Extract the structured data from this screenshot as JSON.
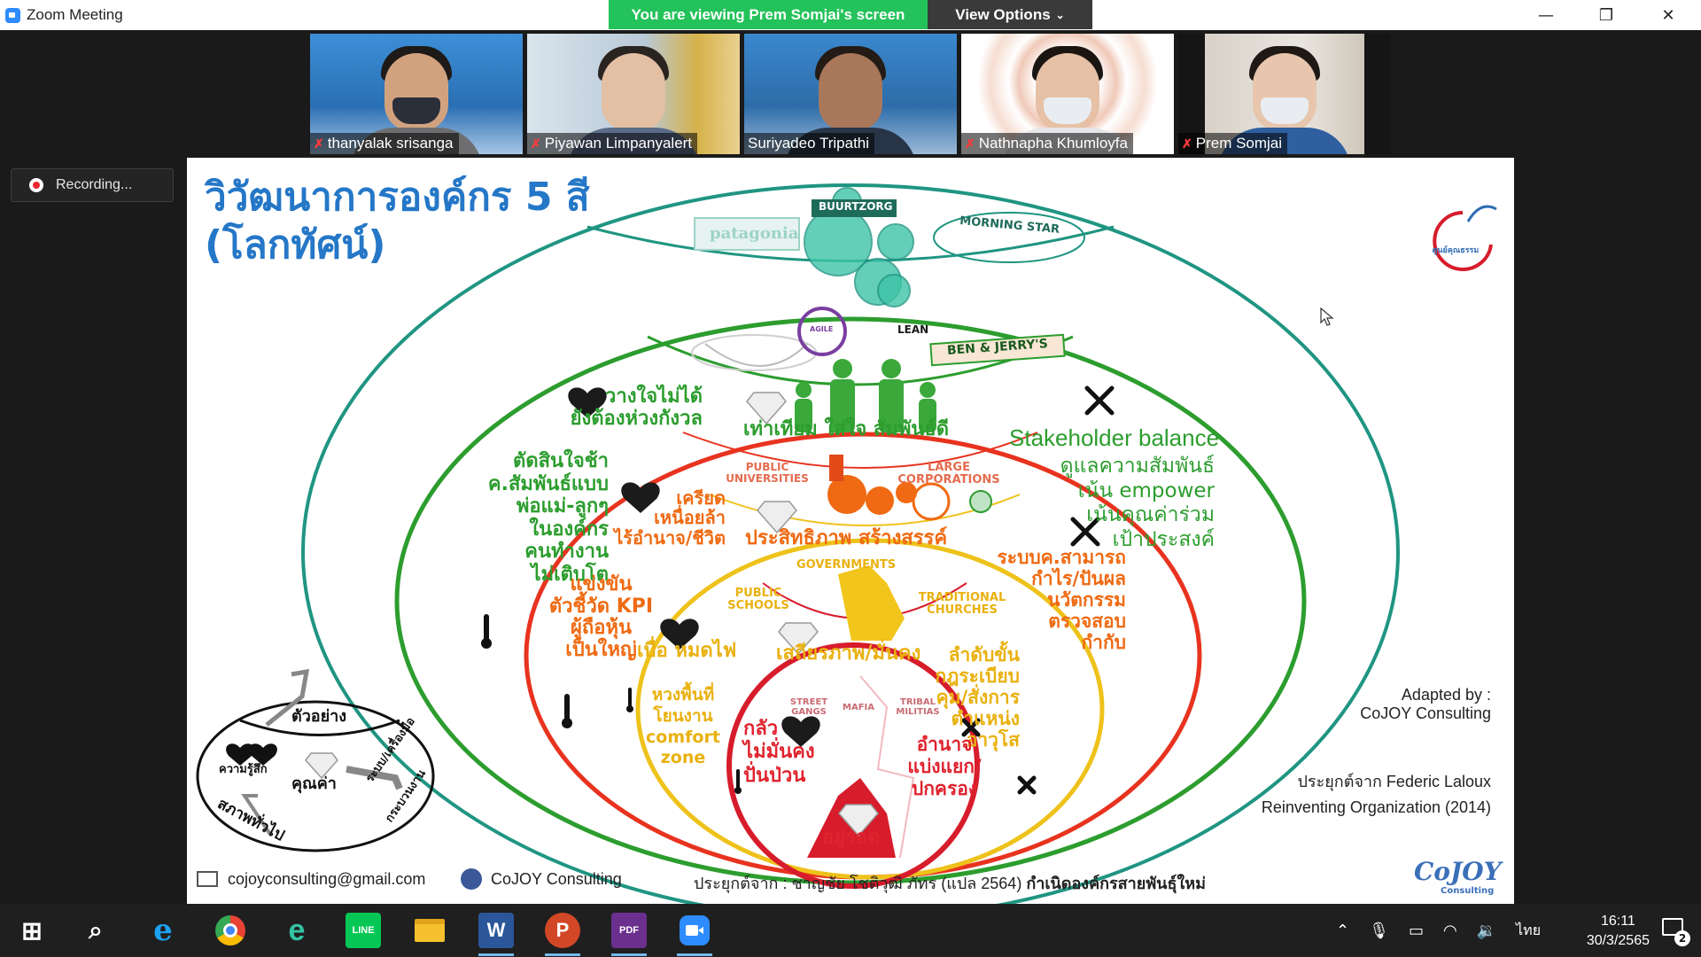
{
  "window": {
    "title": "Zoom Meeting",
    "viewing_banner": "You are viewing Prem Somjai's screen",
    "view_options": "View Options",
    "minimize": "—",
    "restore": "❐",
    "close": "✕"
  },
  "participants": [
    {
      "name": "thanyalak srisanga"
    },
    {
      "name": "Piyawan Limpanyalert"
    },
    {
      "name": "Suriyadeo Tripathi"
    },
    {
      "name": "Nathnapha Khumloyfa"
    },
    {
      "name": "Prem Somjai"
    }
  ],
  "recording": {
    "label": "Recording..."
  },
  "slide": {
    "title_line1": "วิวัฒนาการองค์กร 5 สี",
    "title_line2": "(โลกทัศน์)",
    "logo_label": "ศูนย์คุณธรรม",
    "teal": {
      "buurtzorg": "BUURTZORG",
      "morningstar": "MORNING STAR",
      "patagonia": "patagonia"
    },
    "green": {
      "lean": "LEAN",
      "agile": "AGILE",
      "benjerrys": "BEN & JERRY'S",
      "feel_1": "วางใจไม่ได้",
      "feel_2": "ยังต้องห่วงกังวล",
      "value": "เท่าเทียม ใส่ใจ สัมพันธ์ดี",
      "stakeholder": "Stakeholder balance",
      "right_1": "ดูแลความสัมพันธ์",
      "right_2": "เน้น empower",
      "right_3": "เน้นคุณค่าร่วม",
      "right_4": "เป้าประสงค์",
      "left_1": "ตัดสินใจช้า",
      "left_2": "ค.สัมพันธ์แบบ",
      "left_3": "พ่อแม่-ลูกๆ",
      "left_4": "ในองค์กร",
      "left_5": "คนทำงาน",
      "left_6": "ไม่เติบโต"
    },
    "orange": {
      "public_universities_1": "PUBLIC",
      "public_universities_2": "UNIVERSITIES",
      "large_corporations_1": "LARGE",
      "large_corporations_2": "CORPORATIONS",
      "feel_1": "เครียด",
      "feel_2": "เหนื่อยล้า",
      "feel_3": "ไร้อำนาจ/ชีวิต",
      "value": "ประสิทธิภาพ สร้างสรรค์",
      "right_1": "ระบบค.สามารถ",
      "right_2": "กำไร/ปันผล",
      "right_3": "นวัตกรรม",
      "right_4": "ตรวจสอบ",
      "right_5": "กำกับ",
      "left_1": "แข่งขัน",
      "left_2": "ตัวชี้วัด KPI",
      "left_3": "ผู้ถือหุ้น",
      "left_4": "เป็นใหญ่"
    },
    "yellow": {
      "governments": "GOVERNMENTS",
      "public_schools_1": "PUBLIC",
      "public_schools_2": "SCHOOLS",
      "traditional_churches_1": "TRADITIONAL",
      "traditional_churches_2": "CHURCHES",
      "feel": "เบื่อ หมดไฟ",
      "value": "เสถียรภาพ/มั่นคง",
      "right_1": "ลำดับขั้น",
      "right_2": "กฎระเบียบ",
      "right_3": "คุม/สั่งการ",
      "right_4": "ตำแหน่ง",
      "right_5": "อาวุโส",
      "left_1": "หวงพื้นที่",
      "left_2": "โยนงาน",
      "left_3": "comfort",
      "left_4": "zone"
    },
    "red": {
      "street_gangs_1": "STREET",
      "street_gangs_2": "GANGS",
      "mafia": "MAFIA",
      "tribal_militias_1": "TRIBAL",
      "tribal_militias_2": "MILITIAS",
      "feel_1": "กลัว",
      "feel_2": "ไม่มั่นคง",
      "feel_3": "ปั่นป่วน",
      "right_1": "อำนาจ",
      "right_2": "แบ่งแยก/",
      "right_3": "ปกครอง",
      "value": "อยู่รอด"
    },
    "legend": {
      "example": "ตัวอย่าง",
      "feeling": "ความรู้สึก",
      "value": "คุณค่า",
      "tools": "ระบบ/เครื่องมือ",
      "process": "กระบวนงาน",
      "general": "สภาพทั่วไป"
    },
    "adapted_by_1": "Adapted by :",
    "adapted_by_2": "CoJOY Consulting",
    "source_1": "ประยุกต์จาก Federic Laloux",
    "source_2": "Reinventing Organization (2014)",
    "email": "cojoyconsulting@gmail.com",
    "facebook": "CoJOY Consulting",
    "footer_prefix": "ประยุกต์จาก : ชาญชัย โชติวุฒิ ภัทร (แปล 2564) ",
    "footer_book": "กำเนิดองค์กรสายพันธุ์ใหม่",
    "brand": "CoJOY",
    "brand_sub": "Consulting"
  },
  "taskbar": {
    "apps": [
      {
        "name": "windows-start",
        "label": "⊞"
      },
      {
        "name": "search",
        "label": "⌕"
      },
      {
        "name": "internet-explorer",
        "label": "e"
      },
      {
        "name": "chrome",
        "label": ""
      },
      {
        "name": "edge",
        "label": "e"
      },
      {
        "name": "line",
        "label": "LINE"
      },
      {
        "name": "file-explorer",
        "label": ""
      },
      {
        "name": "word",
        "label": "W"
      },
      {
        "name": "powerpoint",
        "label": "P"
      },
      {
        "name": "pdf",
        "label": "PDF"
      },
      {
        "name": "zoom",
        "label": ""
      }
    ],
    "language": "ไทย",
    "time": "16:11",
    "date": "30/3/2565",
    "notifications": "2"
  },
  "colors": {
    "zoom_green": "#23c25a",
    "teal": "#1f9582",
    "green": "#2c9d2e",
    "orange": "#ef6a12",
    "yellow": "#e9b10f",
    "red": "#e0232e",
    "title_blue": "#2577c7"
  }
}
